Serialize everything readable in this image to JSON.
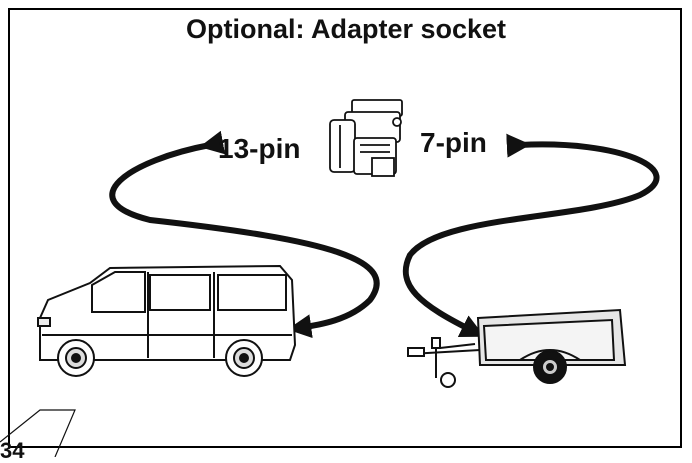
{
  "diagram": {
    "title": "Optional: Adapter socket",
    "left_label": "13-pin",
    "right_label": "7-pin",
    "page_number": "34"
  },
  "icons": [
    "adapter-socket-icon",
    "van-icon",
    "trailer-icon"
  ],
  "colors": {
    "ink": "#111111",
    "background": "#ffffff",
    "van_fill": "#ffffff",
    "trailer_fill": "#e6e6e6"
  }
}
